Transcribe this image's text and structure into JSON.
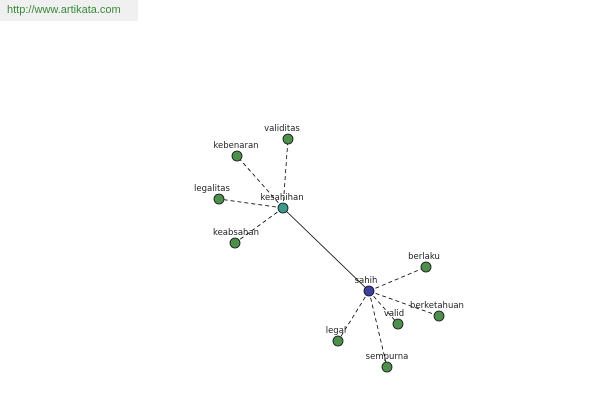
{
  "watermark": "http://www.artikata.com",
  "colors": {
    "leaf": "#4e8f4e",
    "hub": "#3c9a8a",
    "root": "#3f3f9e",
    "edge": "#000000",
    "node_stroke": "#111111"
  },
  "graph": {
    "nodes": [
      {
        "id": "sahih",
        "label": "sahih",
        "kind": "root"
      },
      {
        "id": "kesahihan",
        "label": "kesahihan",
        "kind": "hub"
      },
      {
        "id": "validitas",
        "label": "validitas",
        "kind": "leaf"
      },
      {
        "id": "kebenaran",
        "label": "kebenaran",
        "kind": "leaf"
      },
      {
        "id": "legalitas",
        "label": "legalitas",
        "kind": "leaf"
      },
      {
        "id": "keabsahan",
        "label": "keabsahan",
        "kind": "leaf"
      },
      {
        "id": "berlaku",
        "label": "berlaku",
        "kind": "leaf"
      },
      {
        "id": "berketahuan",
        "label": "berketahuan",
        "kind": "leaf"
      },
      {
        "id": "valid",
        "label": "valid",
        "kind": "leaf"
      },
      {
        "id": "legal",
        "label": "legal",
        "kind": "leaf"
      },
      {
        "id": "sempurna",
        "label": "sempurna",
        "kind": "leaf"
      }
    ],
    "edges": [
      {
        "from": "kesahihan",
        "to": "sahih",
        "style": "solid"
      },
      {
        "from": "kesahihan",
        "to": "validitas",
        "style": "dashed"
      },
      {
        "from": "kesahihan",
        "to": "kebenaran",
        "style": "dashed"
      },
      {
        "from": "kesahihan",
        "to": "legalitas",
        "style": "dashed"
      },
      {
        "from": "kesahihan",
        "to": "keabsahan",
        "style": "dashed"
      },
      {
        "from": "sahih",
        "to": "berlaku",
        "style": "dashed"
      },
      {
        "from": "sahih",
        "to": "berketahuan",
        "style": "dashed"
      },
      {
        "from": "sahih",
        "to": "valid",
        "style": "dashed"
      },
      {
        "from": "sahih",
        "to": "legal",
        "style": "dashed"
      },
      {
        "from": "sahih",
        "to": "sempurna",
        "style": "dashed"
      }
    ]
  }
}
